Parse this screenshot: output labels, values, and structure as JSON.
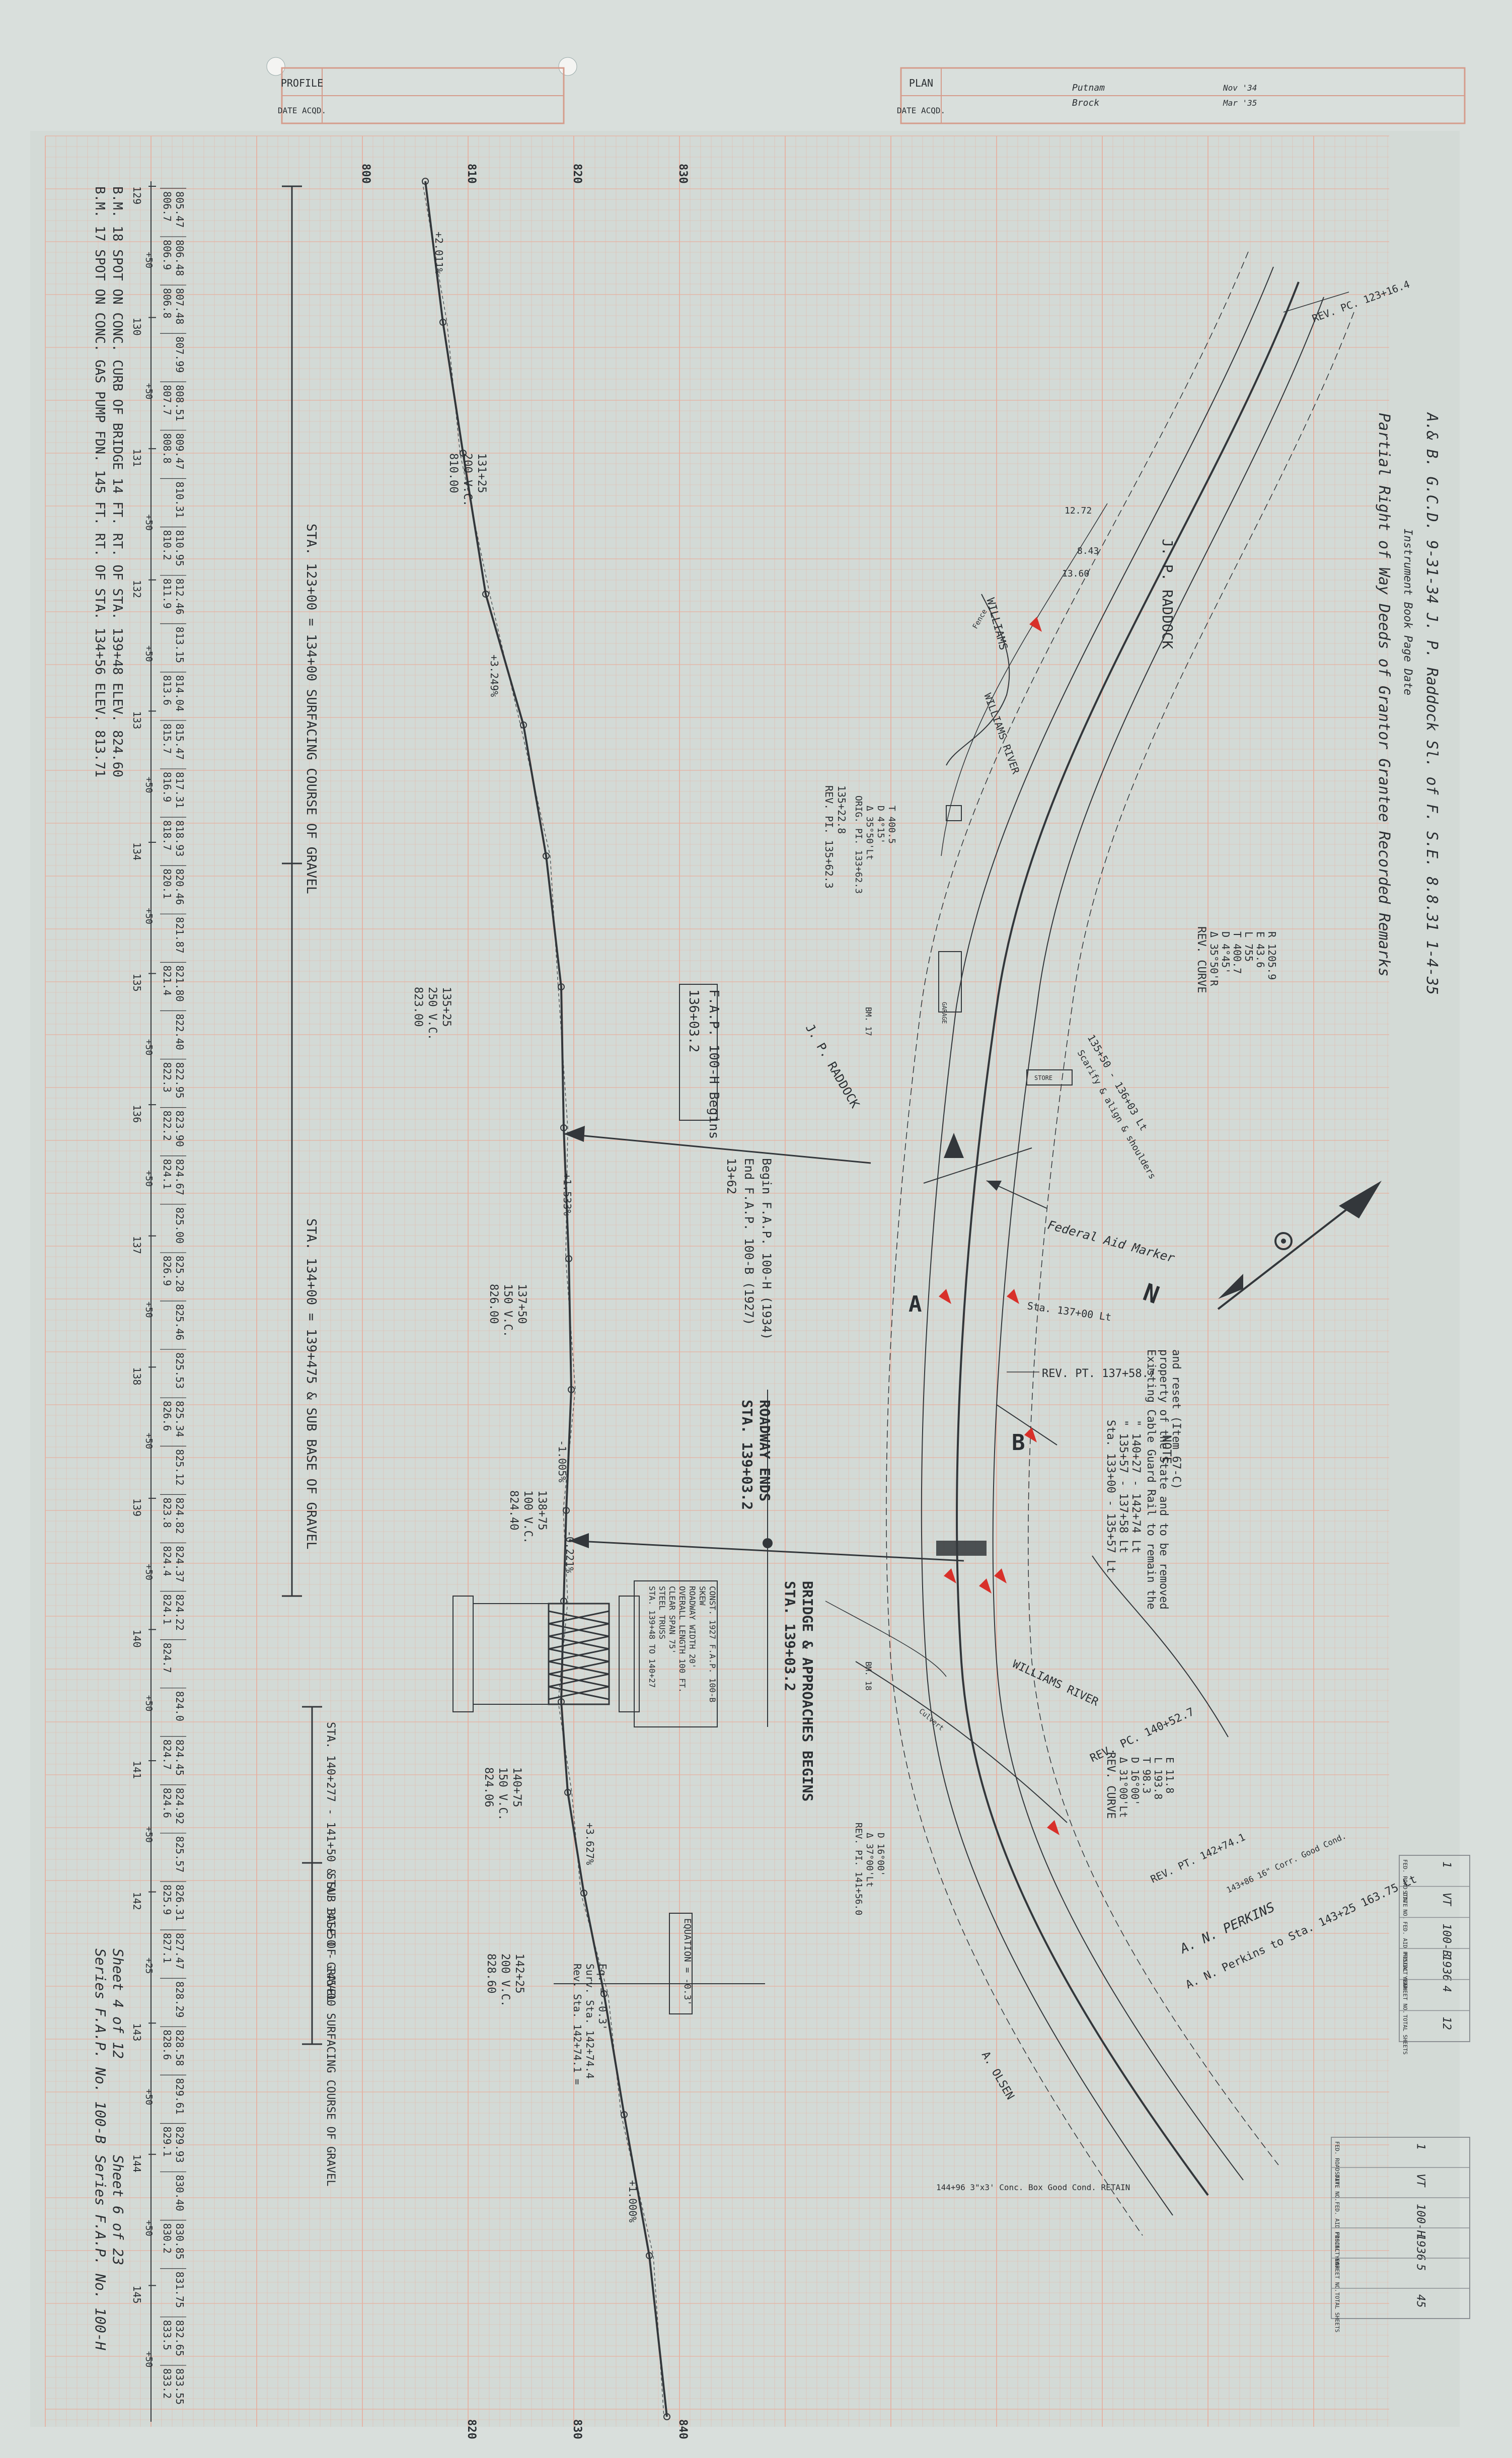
{
  "title_blocks": {
    "left_labels": [
      "PROFILE",
      "DATE ACQD."
    ],
    "right_labels": [
      "PLAN",
      "DATE ACQD."
    ],
    "signatures": [
      "Putnam",
      "Brock"
    ],
    "dates": [
      "Nov '34",
      "Mar '35"
    ]
  },
  "profile": {
    "elev_labels_top": [
      "800",
      "810",
      "820",
      "830"
    ],
    "elev_labels_bottom": [
      "820",
      "830",
      "840"
    ],
    "station_numbers": [
      "129",
      "130",
      "131",
      "132",
      "133",
      "134",
      "135",
      "136",
      "137",
      "138",
      "139",
      "140",
      "141",
      "142",
      "143",
      "144",
      "145"
    ],
    "offsets": [
      "+50",
      "+50",
      "+50",
      "+50",
      "+50",
      "+50",
      "+50",
      "+50",
      "+50",
      "+50",
      "+50",
      "+50",
      "+50",
      "+25",
      "+50",
      "+50",
      "+50"
    ],
    "elevations": [
      [
        "806.7",
        "805.47"
      ],
      [
        "806.9",
        "806.48"
      ],
      [
        "806.8",
        "807.48"
      ],
      [
        "",
        "807.99"
      ],
      [
        "807.7",
        "808.51"
      ],
      [
        "808.8",
        "809.47"
      ],
      [
        "",
        "810.31"
      ],
      [
        "810.2",
        "810.95"
      ],
      [
        "811.9",
        "812.46"
      ],
      [
        "",
        "813.15"
      ],
      [
        "813.6",
        "814.04"
      ],
      [
        "815.7",
        "815.47"
      ],
      [
        "816.9",
        "817.31"
      ],
      [
        "818.7",
        "818.93"
      ],
      [
        "820.1",
        "820.46"
      ],
      [
        "",
        "821.87"
      ],
      [
        "821.4",
        "821.80"
      ],
      [
        "",
        "822.40"
      ],
      [
        "822.3",
        "822.95"
      ],
      [
        "822.2",
        "823.90"
      ],
      [
        "824.1",
        "824.67"
      ],
      [
        "",
        "825.00"
      ],
      [
        "826.9",
        "825.28"
      ],
      [
        "",
        "825.46"
      ],
      [
        "",
        "825.53"
      ],
      [
        "826.6",
        "825.34"
      ],
      [
        "",
        "825.12"
      ],
      [
        "823.8",
        "824.82"
      ],
      [
        "824.4",
        "824.37"
      ],
      [
        "824.1",
        "824.22"
      ],
      [
        "824.7",
        ""
      ],
      [
        "",
        "824.0"
      ],
      [
        "824.7",
        "824.45"
      ],
      [
        "824.6",
        "824.92"
      ],
      [
        "",
        "825.57"
      ],
      [
        "825.9",
        "826.31"
      ],
      [
        "827.1",
        "827.47"
      ],
      [
        "",
        "828.29"
      ],
      [
        "828.6",
        "828.58"
      ],
      [
        "",
        "829.61"
      ],
      [
        "829.1",
        "829.93"
      ],
      [
        "",
        "830.40"
      ],
      [
        "830.2",
        "830.85"
      ],
      [
        "",
        "831.75"
      ],
      [
        "833.5",
        "832.65"
      ],
      [
        "833.2",
        "833.55"
      ]
    ],
    "grades": [
      "+2.011%",
      "+3.249%",
      "+1.533%",
      "-1.005%",
      "-0.221%",
      "+3.627%",
      "+1.000%"
    ],
    "vertical_curves": [
      [
        "131+25",
        "200 V.C.",
        "810.00"
      ],
      [
        "135+25",
        "250 V.C.",
        "823.00"
      ],
      [
        "137+50",
        "150 V.C.",
        "826.00"
      ],
      [
        "138+75",
        "100 V.C.",
        "824.40"
      ],
      [
        "140+75",
        "150 V.C.",
        "824.06"
      ],
      [
        "142+25",
        "200 V.C.",
        "828.60"
      ]
    ],
    "surfacing_notes": [
      "STA. 123+00 = 134+00  SURFACING COURSE OF GRAVEL",
      "STA. 134+00 = 139+475  & SUB BASE OF GRAVEL",
      "STA. 140+277 - 141+50  & SUB BASE OF GRAVEL",
      "STA. 141+50 - 145+00  SURFACING COURSE OF GRAVEL"
    ],
    "bm_notes": [
      "B.M. 17  SPOT ON CONC. GAS PUMP FDN. 145 FT. RT. OF STA. 134+56 ELEV. 813.71",
      "B.M. 18  SPOT ON CONC. CURB OF BRIDGE 14 FT. RT. OF STA. 139+48 ELEV. 824.60"
    ],
    "series_note": [
      "Series F.A.P. No. 100-B",
      "Sheet 4 of 12"
    ],
    "series_note2": [
      "Series F.A.P. No. 100-H",
      "Sheet 6 of 23"
    ],
    "fap_begin": [
      "136+03.2",
      "F.A.P. 100-H Begins"
    ],
    "fap_end": [
      "13+62",
      "End F.A.P. 100-B (1927)",
      "Begin F.A.P. 100-H (1934)"
    ],
    "roadway": [
      "STA. 139+03.2",
      "ROADWAY ENDS"
    ],
    "bridge": [
      "STA. 139+03.2",
      "BRIDGE & APPROACHES BEGINS"
    ],
    "bridge_notes": [
      "STA. 139+48 TO 140+27",
      "STEEL TRUSS",
      "CLEAR SPAN 75'",
      "OVERALL LENGTH 100 FT.",
      "ROADWAY WIDTH 20'",
      "SKEW",
      "CONST. 1927 F.A.P. 100-B"
    ],
    "equation": [
      "Rev. Sta. 142+74.1 =",
      "Surv. Sta. 142+74.4",
      "Eq. = -0.3'"
    ],
    "equation_box": "EQUATION = -0.3'"
  },
  "plan": {
    "title_notes": [
      "Partial Right of Way Deeds of Grantor Grantee Recorded Remarks",
      "Instrument Book Page Date",
      "A.& B. G.C.D. 9-31-34  J. P. Raddock  Sl. of F.  S.E. 8.8.31  1-4-35"
    ],
    "curve1": [
      "REV. CURVE",
      "Δ 35°50'R",
      "D 4°45'",
      "T 400.7",
      "L 755",
      "E 43.6",
      "R 1205.9"
    ],
    "curve2": [
      "REV. CURVE",
      "Δ 31°00'Lt",
      "D 16°00'",
      "T 98.3",
      "L 193.8",
      "E 11.8"
    ],
    "rev_pc_top": "REV. PC. 123+16.4",
    "rev_pi": [
      "REV. PI. 135+62.3",
      "135+22.8"
    ],
    "orig_pi": [
      "ORIG. PI. 133+62.3",
      "Δ 35°50'Lt",
      "D 4°15'",
      "T 400.5"
    ],
    "rev_pt": "REV. PT. 137+58.7",
    "rev_pc2": "REV. PC. 140+52.7",
    "rev_pt2": "REV. PT. 142+74.1",
    "rev_pi2": [
      "REV. PI. 141+56.0",
      "Δ 37°00'Lt",
      "D 16°00'"
    ],
    "note": [
      "NOTE",
      "Sta. 133+00 - 135+57 Lt",
      "\" 135+57 - 137+58 Lt",
      "\" 140+27 - 142+74 Lt",
      "Existing Cable Guard Rail to remain the",
      "property of the State and to be removed",
      "and reset (Item 67-C)"
    ],
    "fence_note": [
      "135+50 - 136+03 Lt",
      "Scarify & align & shoulders"
    ],
    "federal_aid_marker": "Federal Aid Marker",
    "red_note": "Sta. 137+00 Lt",
    "owners": [
      "J. P. RADDOCK",
      "J. P. RADDOCK",
      "A. N. PERKINS",
      "A. OLSEN",
      "WILLIAMS"
    ],
    "rivers": [
      "WILLIAMS RIVER",
      "WILLIAMS RIVER"
    ],
    "road": "A. N. Perkins to Sta. 143+25 163.75 Lt",
    "pipe_note": "143+86 16\" Corr. Good Cond.",
    "pipe_note2": "144+96 3\"x3' Conc. Box Good Cond. RETAIN",
    "section_a": "A",
    "section_b": "B",
    "north": "N",
    "small_labels": [
      "12.72",
      "8.43",
      "13.60",
      "GARAGE",
      "STORE",
      "BM. 17",
      "BM. 18",
      "Culvert",
      "Fence"
    ]
  },
  "sheet_index_1": {
    "cols": [
      "FED. ROAD DIV. NO.",
      "STATE",
      "FED. AID PROJECT NO.",
      "FISCAL YEAR",
      "SHEET NO.",
      "TOTAL SHEETS"
    ],
    "vals": [
      "1",
      "VT",
      "100-B",
      "1936",
      "4",
      "12"
    ]
  },
  "sheet_index_2": {
    "cols": [
      "FED. ROAD DIV. NO.",
      "STATE",
      "FED. AID PROJECT NO.",
      "FISCAL YEAR",
      "SHEET NO.",
      "TOTAL SHEETS"
    ],
    "vals": [
      "1",
      "VT",
      "100-H",
      "1936",
      "5",
      "45"
    ]
  },
  "colors": {
    "paper": "#d9dfdc",
    "grid": "#e6b2a2",
    "ink": "#33373b",
    "red": "#d8302a"
  }
}
